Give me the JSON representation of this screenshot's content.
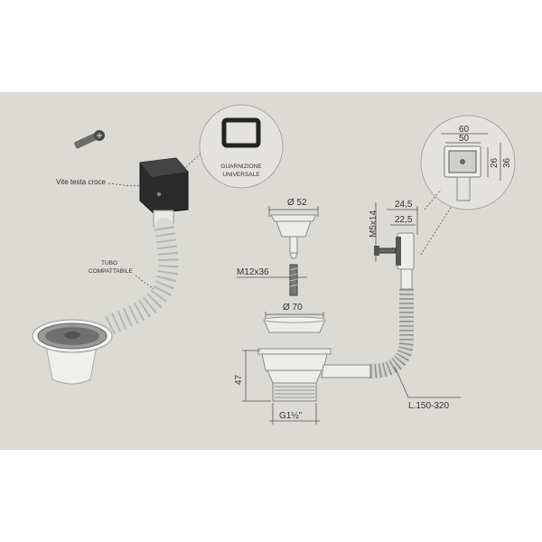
{
  "labels": {
    "screw": "Vite testa croce",
    "gasket_line1": "GUARNIZIONE",
    "gasket_line2": "UNIVERSALE",
    "tube_line1": "TUBO",
    "tube_line2": "COMPATTABILE"
  },
  "dimensions": {
    "d52": "Ø 52",
    "m5x14": "M5x14",
    "w24_5": "24,5",
    "w22_5": "22,5",
    "m12x36": "M12x36",
    "d70": "Ø 70",
    "h47": "47",
    "thread": "G1½\"",
    "length": "L.150-320",
    "box60": "60",
    "box50": "50",
    "box26": "26",
    "box36": "36"
  },
  "colors": {
    "sheet": "#dcdad5",
    "part": "#ececea",
    "dark": "#2b2b2b"
  }
}
